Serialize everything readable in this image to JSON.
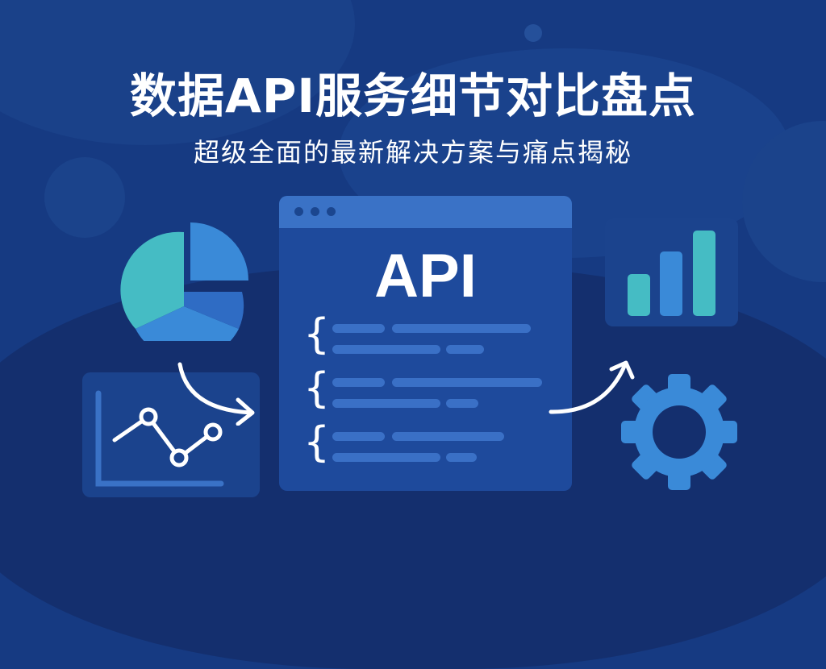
{
  "header": {
    "title": "数据API服务细节对比盘点",
    "subtitle": "超级全面的最新解决方案与痛点揭秘"
  },
  "window": {
    "label": "API",
    "braces": [
      "{",
      "{",
      "{"
    ]
  },
  "icons": [
    "pie-chart-icon",
    "line-chart-icon",
    "bar-chart-icon",
    "gear-icon",
    "arrow-icon"
  ],
  "colors": {
    "background": "#163a82",
    "window": "#1e4a9c",
    "window_bar": "#3a72c6",
    "teal": "#45bcc4",
    "blue": "#3a8ad8",
    "dark_blue": "#2f6cc4",
    "text": "#ffffff"
  }
}
